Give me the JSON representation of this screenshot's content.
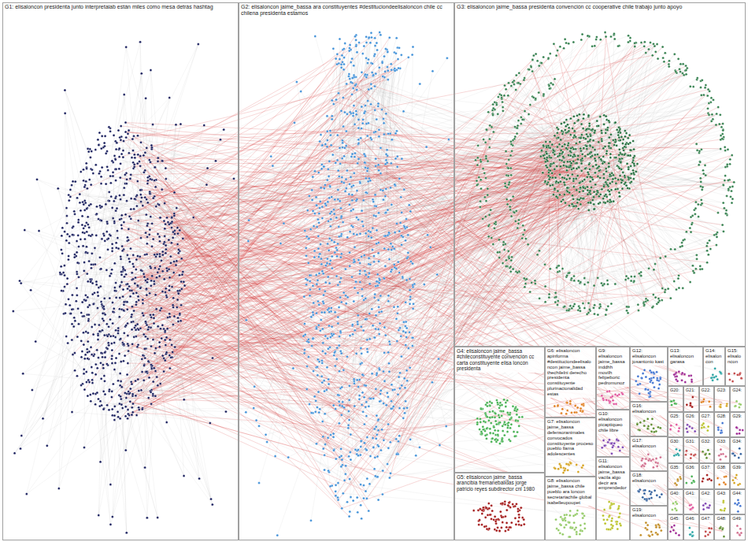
{
  "diagram": {
    "nodes": [
      {
        "text": [
          "G1: elisaloncon presidenta junto interpretaiab están miles cómo mesa detrás hashtag"
        ]
      },
      {
        "text": [
          "G2: elisaloncon jaime_bassa ara constituyentes #destituciondeelisaloncon chile cc chilena presidenta estamos"
        ]
      },
      {
        "text": [
          "G3: elisaloncon jaime_bassa presidenta convención cc cooperative chile trabajo junto apoyo"
        ]
      },
      {
        "text": [
          "G4: elisaloncon jaime_bassa #chileconstituyente convención cc carta constituyente elisa loncón presidenta"
        ]
      },
      {
        "text": [
          "G5: elisaloncon jaime_bassa arancibia fremanebalidas jorge patricio reyes subdirector cnl 1980"
        ]
      },
      {
        "text": [
          "G6: elisaloncon apinforma #destituciondeelisaloncon jaime_bassa thechilelni derecho presidenta constituyente plurinacionalidad estas"
        ]
      },
      {
        "text": [
          "G7: elisaloncon jaime_bassa defensoranimales convocados constituyente proceso pueblo llama adolescentes"
        ]
      },
      {
        "text": [
          "G8: elisaloncon jaime_bassa chile pueblo ara loncon secretariachile global isabelleupoupet"
        ]
      },
      {
        "text": [
          "G9: elisaloncon jaime_bassa inddhh movilh felipeboric pedromunoz"
        ]
      },
      {
        "text": [
          "G10: elisaloncon picaptiqueo chile libre"
        ]
      },
      {
        "text": [
          "G11: elisaloncon jaime_bassa vacila algo decir ara emprendedor"
        ]
      },
      {
        "text": [
          "G12: elisaloncon josantonio kast"
        ]
      },
      {
        "text": [
          "G13: elisaloncon garasa"
        ]
      },
      {
        "text": [
          "G14: elisaloncon"
        ]
      },
      {
        "text": [
          "G15: elisaloncon"
        ]
      },
      {
        "text": [
          "G16: elisaloncon"
        ]
      },
      {
        "text": [
          "G17: elisaloncon"
        ]
      },
      {
        "text": [
          "G18: elisaloncon"
        ]
      },
      {
        "text": [
          "G19: elisaloncon"
        ]
      },
      {
        "text": [
          "G20:"
        ]
      },
      {
        "text": [
          "G21:"
        ]
      },
      {
        "text": [
          "G22:"
        ]
      },
      {
        "text": [
          "G23:"
        ]
      },
      {
        "text": [
          "G24:"
        ]
      },
      {
        "text": [
          "G25:"
        ]
      },
      {
        "text": [
          "G26:"
        ]
      },
      {
        "text": [
          "G27:"
        ]
      },
      {
        "text": [
          "G28:"
        ]
      },
      {
        "text": [
          "G29:"
        ]
      },
      {
        "text": [
          "G30:"
        ]
      },
      {
        "text": [
          "G31:"
        ]
      },
      {
        "text": [
          "G32:"
        ]
      },
      {
        "text": [
          "G33:"
        ]
      },
      {
        "text": [
          "G34:"
        ]
      },
      {
        "text": [
          "G35:"
        ]
      },
      {
        "text": [
          "G36:"
        ]
      },
      {
        "text": [
          "G37:"
        ]
      },
      {
        "text": [
          "G38:"
        ]
      },
      {
        "text": [
          "G39:"
        ]
      },
      {
        "text": [
          "G40:"
        ]
      },
      {
        "text": [
          "G41:"
        ]
      },
      {
        "text": [
          "G42:"
        ]
      },
      {
        "text": [
          "G43:"
        ]
      },
      {
        "text": [
          "G44:"
        ]
      },
      {
        "text": [
          "G45:"
        ]
      },
      {
        "text": [
          "G46:"
        ]
      },
      {
        "text": [
          "G47:"
        ]
      },
      {
        "text": [
          "G48:"
        ]
      },
      {
        "text": [
          "G49:"
        ]
      }
    ]
  }
}
